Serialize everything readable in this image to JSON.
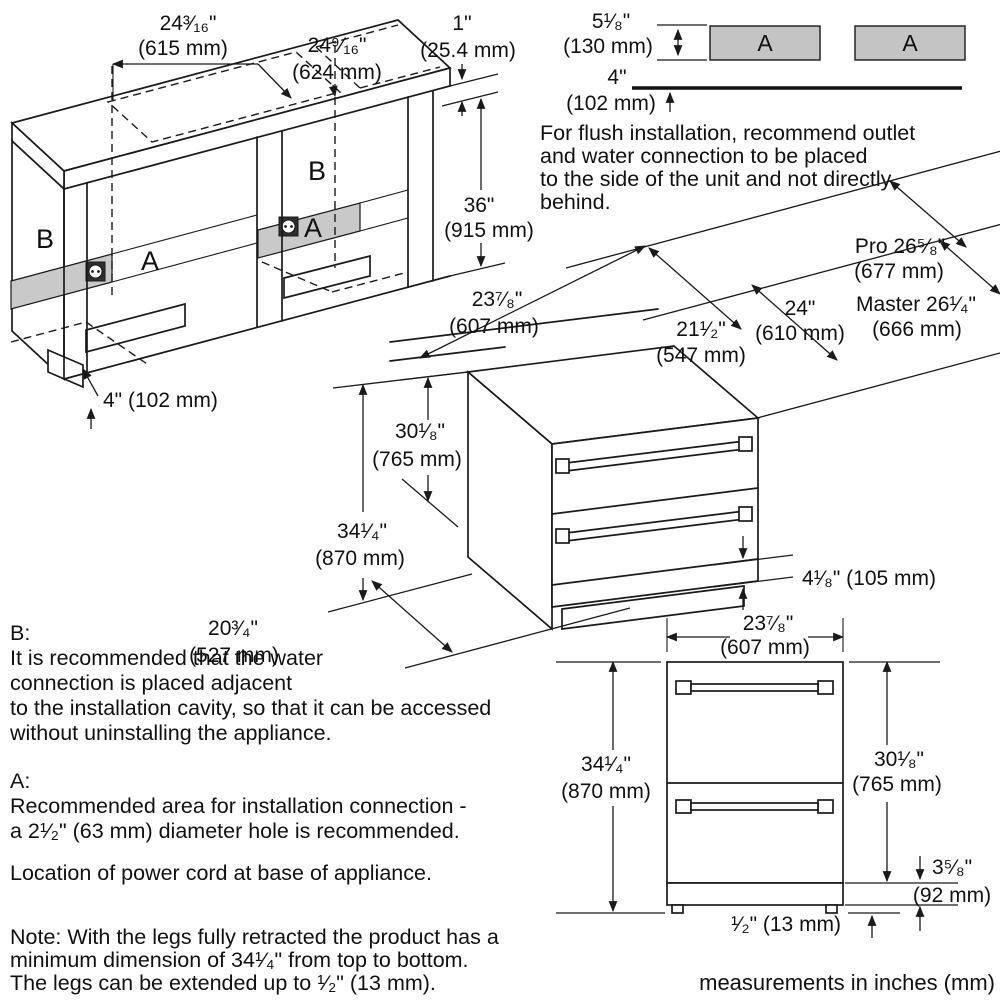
{
  "colors": {
    "line": "#1a1a1a",
    "stripe_gray": "#c9c9c9",
    "box_gray": "#c4c4c4",
    "outlet_dark": "#2f2f2f"
  },
  "units_note": "measurements in inches (mm)",
  "cutout_view": {
    "cutout1_in": "24³⁄₁₆\"",
    "cutout1_mm": "(615 mm)",
    "cutout2_in": "24⁹⁄₁₆\"",
    "cutout2_mm": "(624 mm)",
    "counter_in": "1\"",
    "counter_mm": "(25.4 mm)",
    "height_in": "36\"",
    "height_mm": "(915 mm)",
    "toekick": "4\" (102 mm)",
    "zone_b_left": "B",
    "zone_a_left": "A",
    "zone_b_mid": "B",
    "zone_a_mid": "A"
  },
  "flush_detail": {
    "offset_in": "5¹⁄₈\"",
    "offset_mm": "(130 mm)",
    "height_in": "4\"",
    "height_mm": "(102 mm)",
    "box_left": "A",
    "box_right": "A",
    "note_lines": [
      "For flush installation, recommend outlet",
      "and water connection to be placed",
      "to the side of the unit and not directly",
      "behind."
    ]
  },
  "iso_view": {
    "depth_top_in": "23⁷⁄₈\"",
    "depth_top_mm": "(607 mm)",
    "cavity_in": "21¹⁄₂\"",
    "cavity_mm": "(547 mm)",
    "depth24_in": "24\"",
    "depth24_mm": "(610 mm)",
    "pro": "Pro 26⁵⁄₈\"",
    "pro_mm": "(677 mm)",
    "master": "Master 26¹⁄₄\"",
    "master_mm": "(666 mm)",
    "height_body_in": "30¹⁄₈\"",
    "height_body_mm": "(765 mm)",
    "height_total_in": "34¹⁄₄\"",
    "height_total_mm": "(870 mm)",
    "depth_floor_in": "20³⁄₄\"",
    "depth_floor_mm": "(527 mm)",
    "base_dim": "4¹⁄₈\" (105 mm)"
  },
  "front_view": {
    "width_in": "23⁷⁄₈\"",
    "width_mm": "(607 mm)",
    "height_total_in": "34¹⁄₄\"",
    "height_total_mm": "(870 mm)",
    "height_body_in": "30¹⁄₈\"",
    "height_body_mm": "(765 mm)",
    "base_in": "3⁵⁄₈\"",
    "base_mm": "(92 mm)",
    "legs_dim": "¹⁄₂\" (13 mm)"
  },
  "notes": {
    "b_title": "B:",
    "b_lines": [
      "It is recommended that the water",
      "connection is placed adjacent",
      "to the installation cavity, so that it can be accessed",
      "without uninstalling the appliance."
    ],
    "a_title": "A:",
    "a_lines": [
      "Recommended area for installation connection -",
      "a 2¹⁄₂\" (63 mm) diameter hole is recommended."
    ],
    "power": "Location of power cord at base of appliance.",
    "note_lines": [
      "Note: With the legs fully retracted the product has a",
      "minimum dimension of 34¹⁄₄\" from top to bottom.",
      "The legs can be extended up to ¹⁄₂\" (13 mm)."
    ]
  }
}
